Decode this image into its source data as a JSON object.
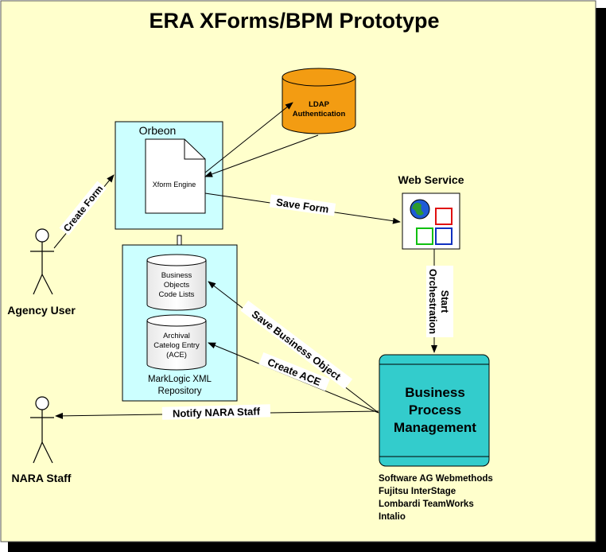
{
  "title": "ERA XForms/BPM Prototype",
  "actors": {
    "agency_user": "Agency User",
    "nara_staff": "NARA Staff"
  },
  "orbeon": {
    "label": "Orbeon",
    "engine_label": "Xform Engine"
  },
  "ldap": {
    "line1": "LDAP",
    "line2": "Authentication"
  },
  "web_service": {
    "label": "Web Service"
  },
  "marklogic": {
    "label_line1": "MarkLogic XML",
    "label_line2": "Repository",
    "db1_line1": "Business",
    "db1_line2": "Objects",
    "db1_line3": "Code Lists",
    "db2_line1": "Archival",
    "db2_line2": "Catelog Entry",
    "db2_line3": "(ACE)"
  },
  "bpm": {
    "line1": "Business",
    "line2": "Process",
    "line3": "Management",
    "vendors": [
      "Software AG Webmethods",
      "Fujitsu InterStage",
      "Lombardi TeamWorks",
      "Intalio"
    ]
  },
  "arrows": {
    "create_form": "Create Form",
    "save_form": "Save Form",
    "start_orchestration_line1": "Start",
    "start_orchestration_line2": "Orchestration",
    "save_business_object": "Save Business Object",
    "create_ace": "Create ACE",
    "notify_nara_staff": "Notify NARA Staff"
  },
  "colors": {
    "background": "#ffffcc",
    "container_fill": "#ccffff",
    "ldap_fill": "#f39c12",
    "bpm_fill": "#33cccc",
    "shadow": "#000000"
  }
}
